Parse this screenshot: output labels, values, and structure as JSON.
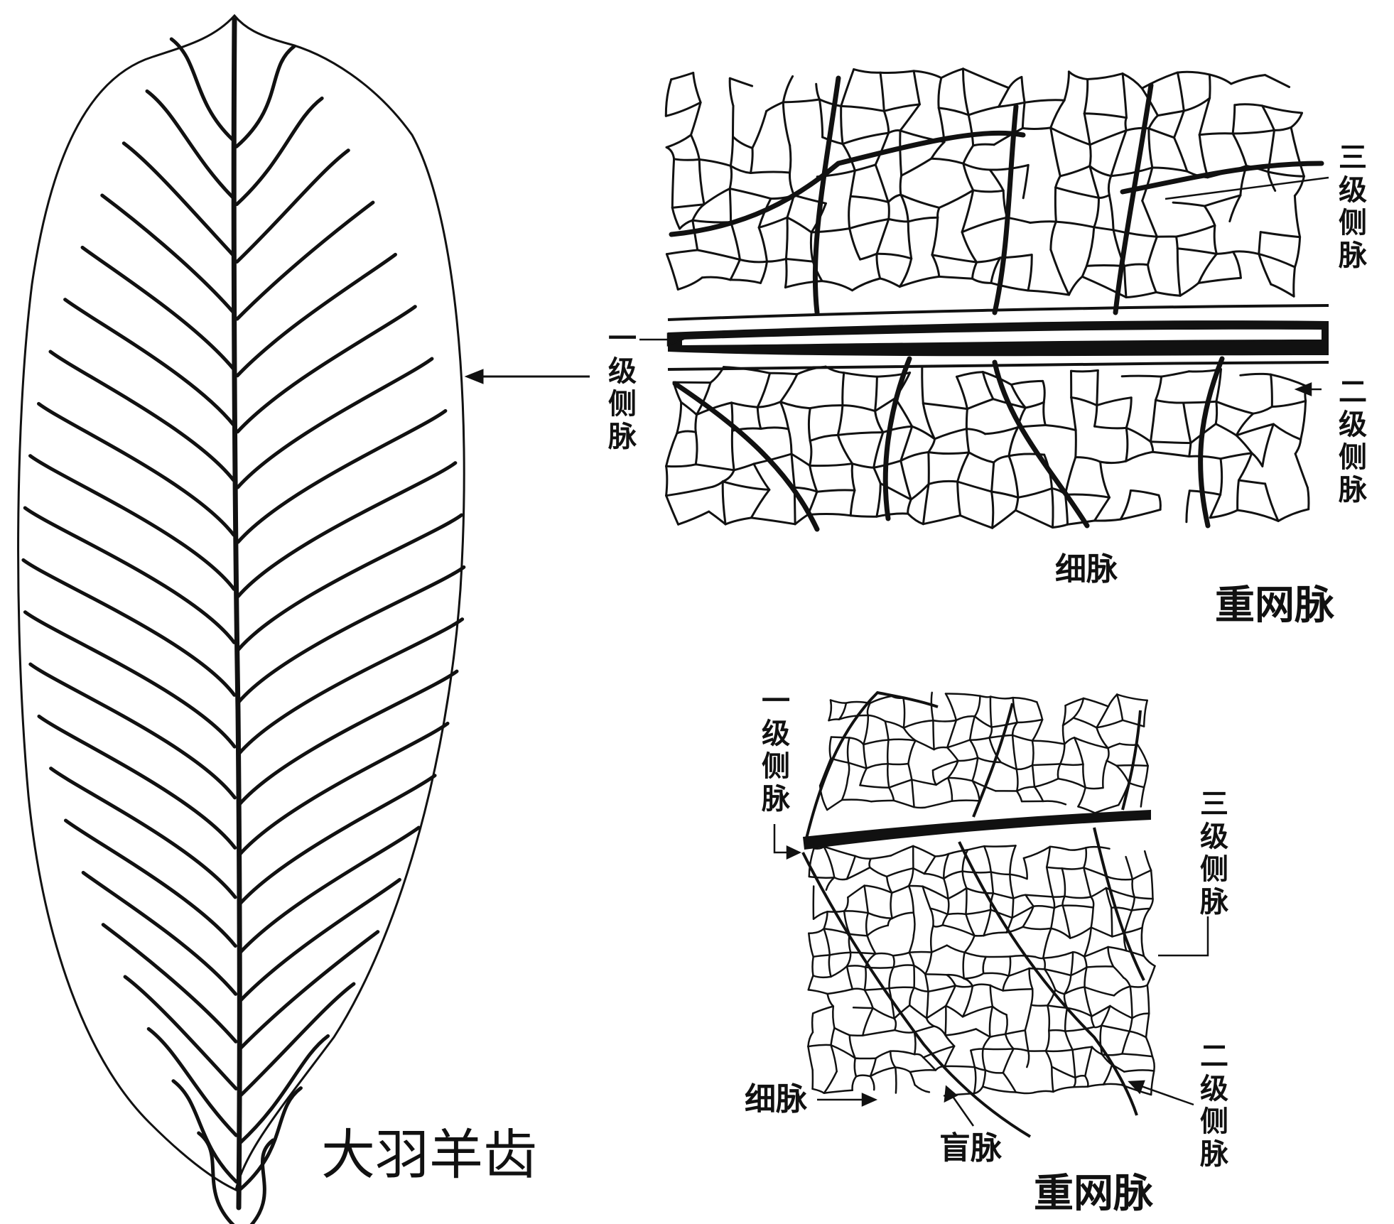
{
  "species_name": "大羽羊齿",
  "upper_detail": {
    "primary_lateral": "一级侧脉",
    "secondary_lateral": "二级侧脉",
    "tertiary_lateral": "三级侧脉",
    "fine_vein": "细脉",
    "pattern": "重网脉"
  },
  "lower_detail": {
    "primary_lateral": "一级侧脉",
    "secondary_lateral": "二级侧脉",
    "tertiary_lateral": "三级侧脉",
    "fine_vein": "细脉",
    "blind_vein": "盲脉",
    "pattern": "重网脉"
  },
  "colors": {
    "ink": "#111111",
    "paper": "#ffffff"
  }
}
